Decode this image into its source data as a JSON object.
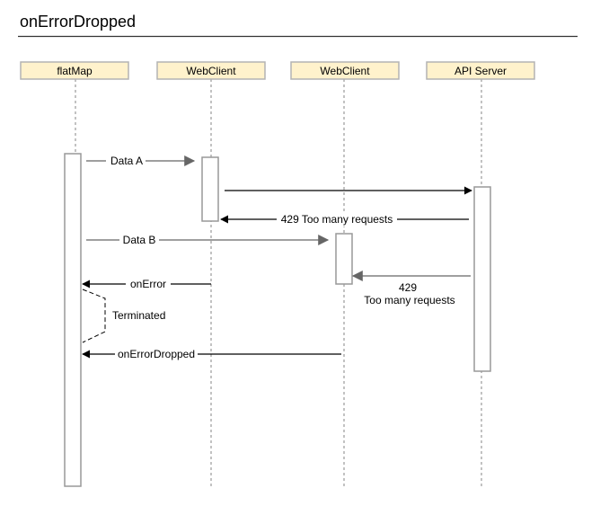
{
  "title": "onErrorDropped",
  "participants": [
    "flatMap",
    "WebClient",
    "WebClient",
    "API Server"
  ],
  "messages": {
    "data_a": "Data A",
    "too_many_1": "429 Too many requests",
    "data_b": "Data B",
    "too_many_2_line1": "429",
    "too_many_2_line2": "Too many requests",
    "on_error": "onError",
    "terminated": "Terminated",
    "on_error_dropped": "onErrorDropped"
  }
}
